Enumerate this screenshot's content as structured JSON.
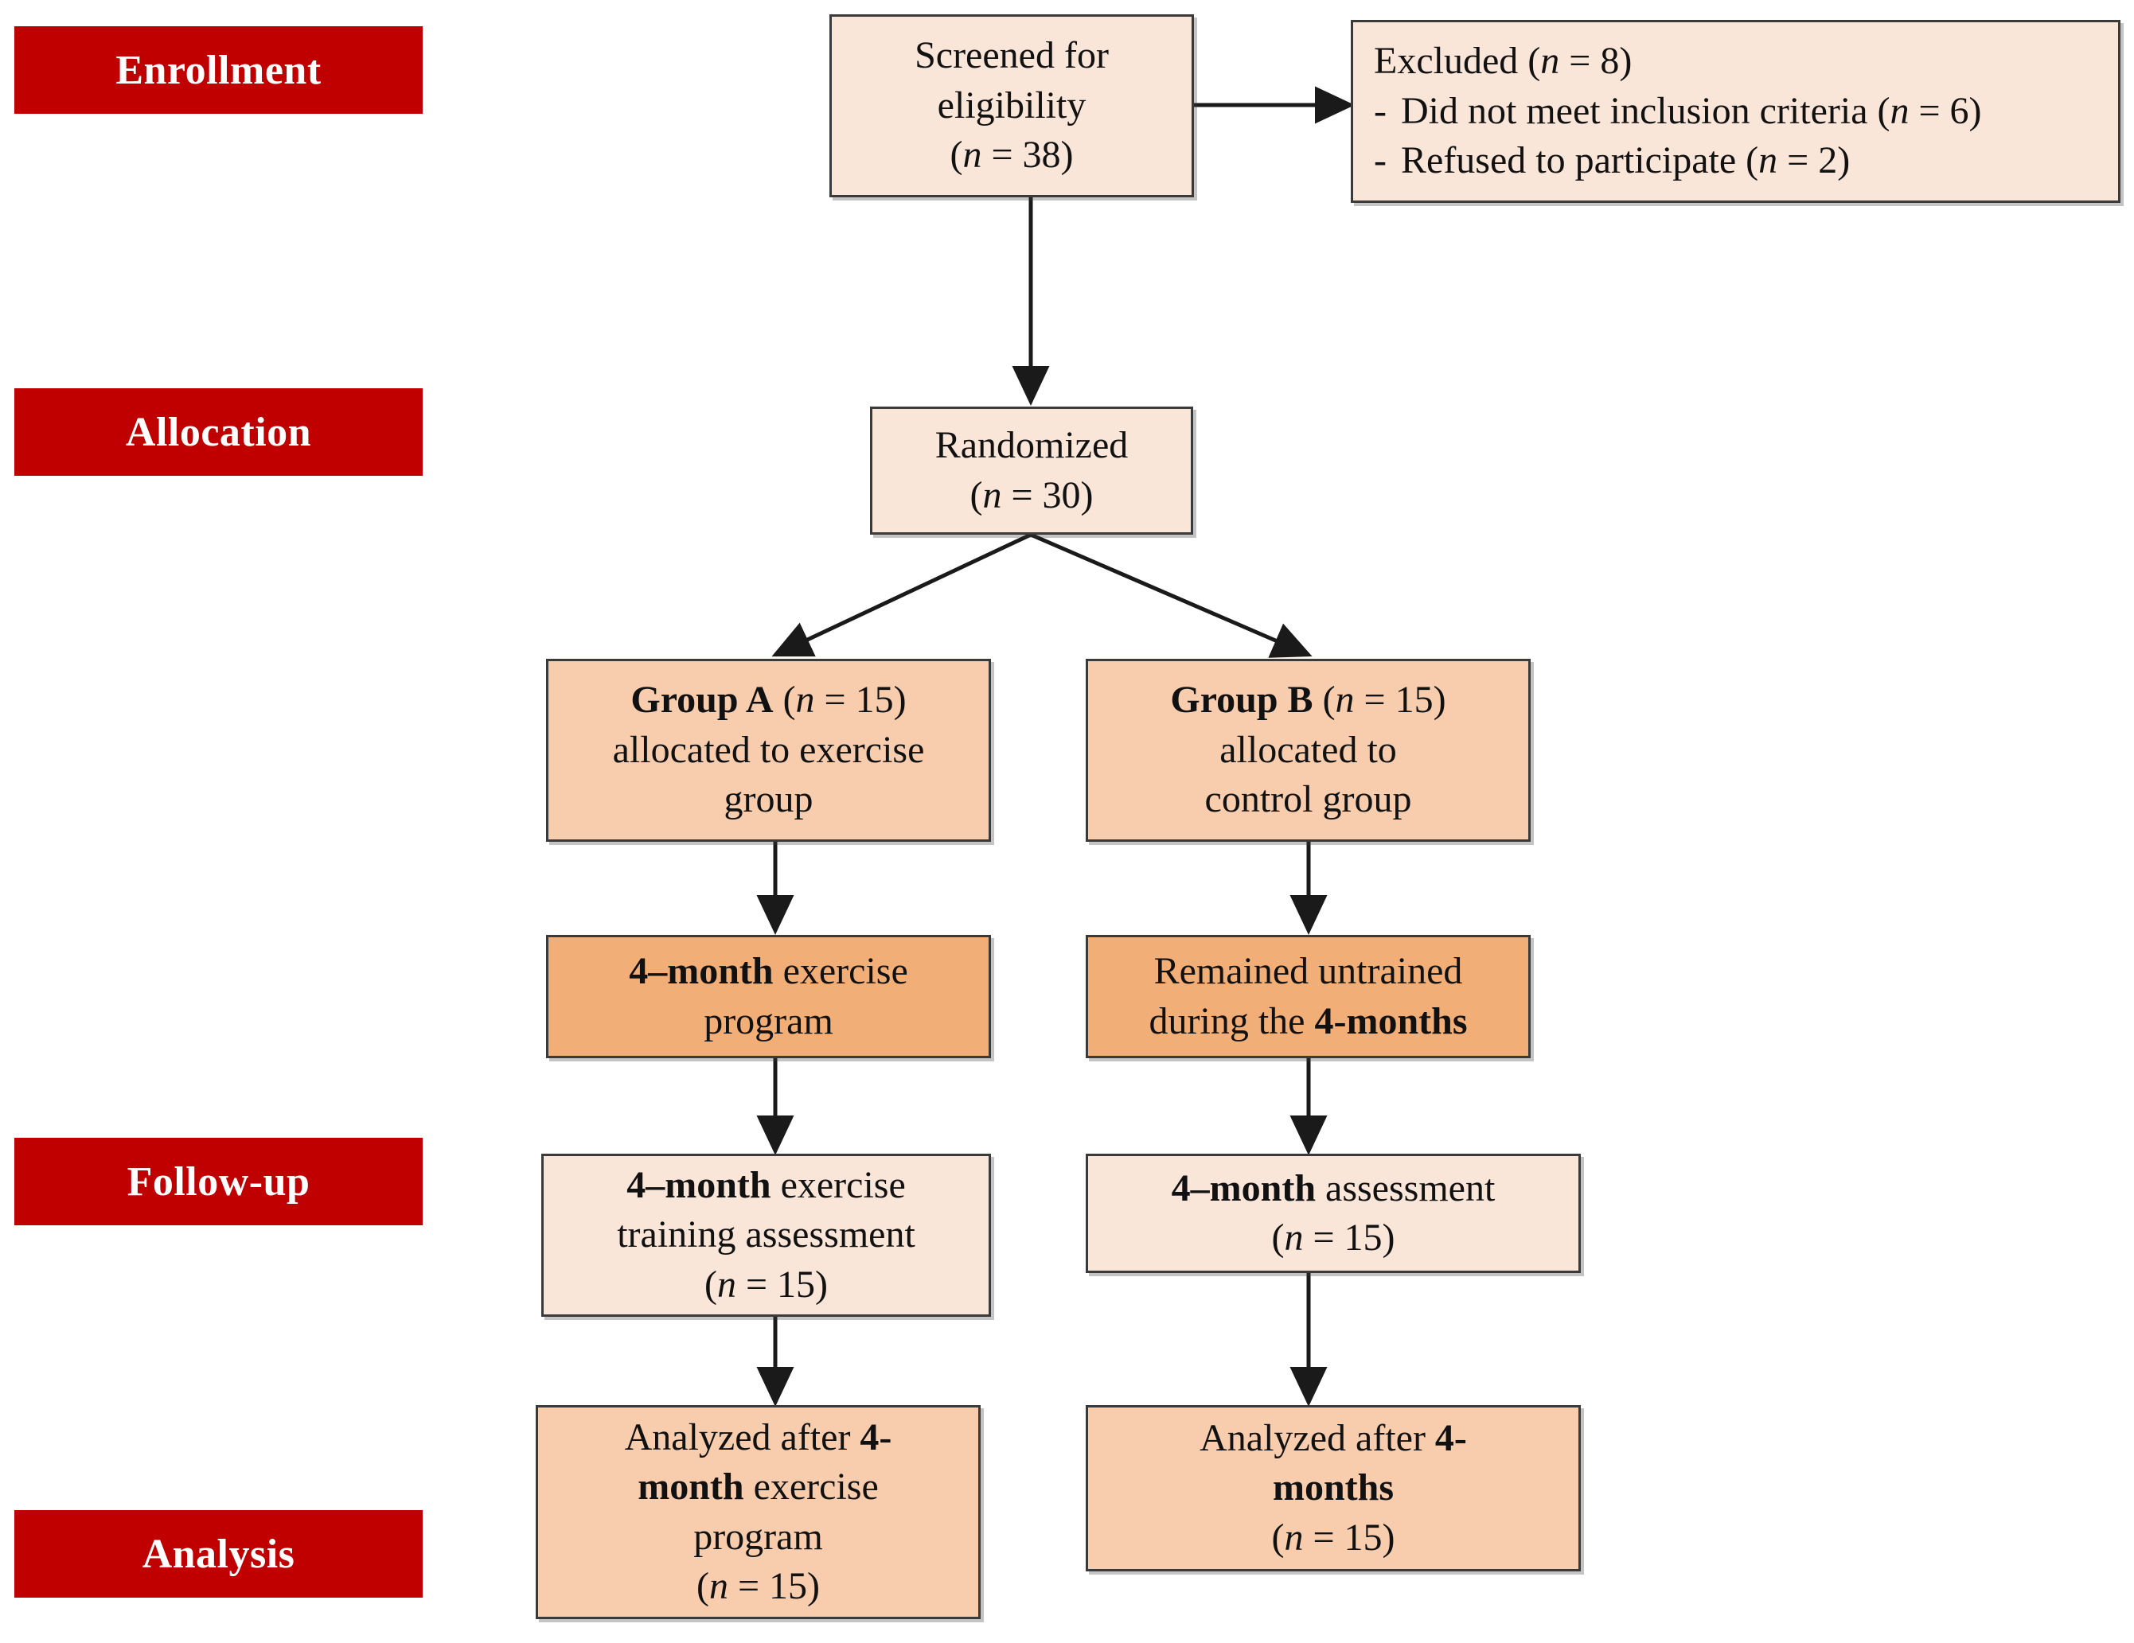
{
  "diagram": {
    "title": "CONSORT participant flow diagram",
    "colors": {
      "stage_banner": "#C00000",
      "stage_banner_text": "#FFFFFF",
      "box_light": "#FAE6D9",
      "box_mid": "#F7CDAE",
      "box_dark": "#F2AE77",
      "box_border": "#3A3A3A",
      "arrow": "#1A1A1A"
    }
  },
  "stages": [
    {
      "id": "enrollment",
      "label": "Enrollment"
    },
    {
      "id": "allocation",
      "label": "Allocation"
    },
    {
      "id": "followup",
      "label": "Follow-up"
    },
    {
      "id": "analysis",
      "label": "Analysis"
    }
  ],
  "nodes": {
    "screened": {
      "line1": "Screened for",
      "line2": "eligibility",
      "n_open": "(",
      "n_var": "n",
      "n_eq": " = 38)",
      "n_value": 38
    },
    "excluded": {
      "heading_text": "Excluded (",
      "heading_var": "n",
      "heading_eq": " = 8)",
      "heading_value": 8,
      "items": [
        {
          "bullet": "-",
          "text": "Did not meet inclusion criteria (",
          "var": "n",
          "eq": " = 6)",
          "value": 6
        },
        {
          "bullet": "-",
          "text": "Refused to participate (",
          "var": "n",
          "eq": " = 2)",
          "value": 2
        }
      ]
    },
    "randomized": {
      "line1": "Randomized",
      "n_open": "(",
      "n_var": "n",
      "n_eq": " = 30)",
      "n_value": 30
    },
    "group_a_alloc": {
      "bold": "Group A",
      "n_open": " (",
      "n_var": "n",
      "n_eq": " = 15)",
      "n_value": 15,
      "line2": "allocated to exercise",
      "line3": "group"
    },
    "group_b_alloc": {
      "bold": "Group B",
      "n_open": " (",
      "n_var": "n",
      "n_eq": " = 15)",
      "n_value": 15,
      "line2": "allocated to",
      "line3": "control group"
    },
    "group_a_intervention": {
      "bold": "4–month",
      "rest": " exercise",
      "line2": "program"
    },
    "group_b_intervention": {
      "line1": "Remained untrained",
      "line2_pre": "during the ",
      "line2_bold": "4-months"
    },
    "group_a_followup": {
      "bold": "4–month",
      "rest": " exercise",
      "line2": "training assessment",
      "n_open": "(",
      "n_var": "n",
      "n_eq": " = 15)",
      "n_value": 15
    },
    "group_b_followup": {
      "bold": "4–month",
      "rest": " assessment",
      "n_open": "(",
      "n_var": "n",
      "n_eq": " = 15)",
      "n_value": 15
    },
    "group_a_analysis": {
      "line1_pre": "Analyzed after ",
      "line1_bold": "4-",
      "line2_bold": "month",
      "line2_rest": " exercise",
      "line3": "program",
      "n_open": "(",
      "n_var": "n",
      "n_eq": " = 15)",
      "n_value": 15
    },
    "group_b_analysis": {
      "line1_pre": "Analyzed after ",
      "line1_bold": "4-",
      "line2_bold": "months",
      "n_open": "(",
      "n_var": "n",
      "n_eq": " = 15)",
      "n_value": 15
    }
  }
}
